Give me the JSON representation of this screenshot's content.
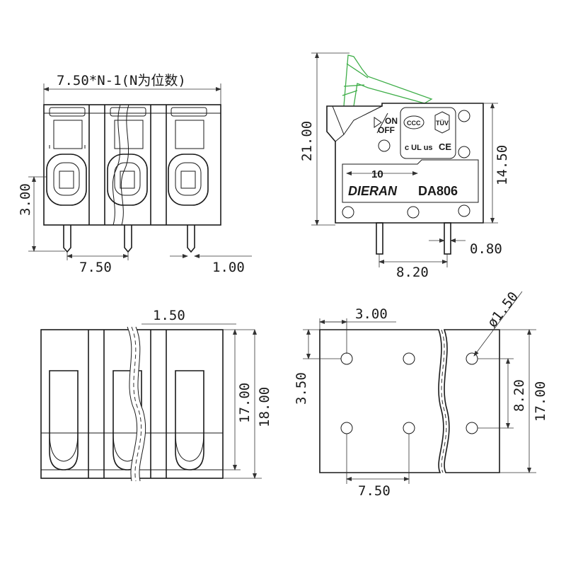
{
  "top_left": {
    "pitch_formula": "7.50*N-1(N为位数)",
    "height_dim": "3.00",
    "pitch_dim": "7.50",
    "pin_dim": "1.00"
  },
  "top_right": {
    "total_height_dim": "21.00",
    "body_height_dim": "14.50",
    "pin_width_dim": "0.80",
    "pin_spacing_dim": "8.20",
    "panel_dim": "10",
    "brand": "DIERAN",
    "model": "DA806",
    "on_label": "ON",
    "off_label": "OFF",
    "ccc_label": "CCC",
    "tuv_label": "TÜV",
    "ul_label": "c UL us",
    "ce_label": "CE"
  },
  "bottom_left": {
    "gap_dim": "1.50",
    "inner_height_dim": "17.00",
    "outer_height_dim": "18.00"
  },
  "bottom_right": {
    "hole_dia_dim": "ø1.50",
    "hole_offset_dim": "3.00",
    "edge_dim": "3.50",
    "row_spacing_dim": "8.20",
    "total_depth_dim": "17.00",
    "col_pitch_dim": "7.50"
  },
  "colors": {
    "line": "#1a1a1a",
    "lever": "#3fae49"
  }
}
